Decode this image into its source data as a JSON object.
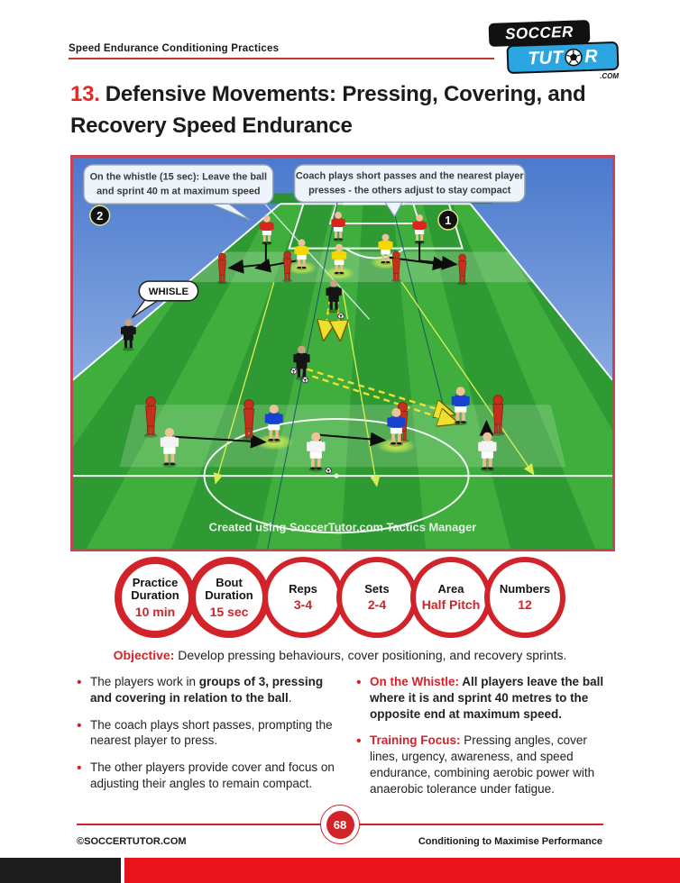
{
  "header": {
    "title": "Speed Endurance Conditioning Practices"
  },
  "logo": {
    "line1": "SOCCER",
    "line2_pre": "TUT",
    "line2_post": "R",
    "suffix": ".COM"
  },
  "title": {
    "number": "13.",
    "text": "Defensive Movements: Pressing, Covering, and Recovery Speed Endurance"
  },
  "diagram": {
    "callout_sprint": {
      "line1": "On the whistle (15 sec): Leave the ball",
      "line2": "and sprint 40 m at maximum speed",
      "step": "2"
    },
    "callout_press": {
      "line1": "Coach plays short passes and the nearest player",
      "line2": "presses - the others adjust to stay compact",
      "step": "1"
    },
    "whistle_label": "WHISLE",
    "watermark": "Created using SoccerTutor.com Tactics Manager"
  },
  "badges": [
    {
      "label": "Practice Duration",
      "value": "10 min"
    },
    {
      "label": "Bout Duration",
      "value": "15 sec"
    },
    {
      "label": "Reps",
      "value": "3-4"
    },
    {
      "label": "Sets",
      "value": "2-4"
    },
    {
      "label": "Area",
      "value": "Half Pitch"
    },
    {
      "label": "Numbers",
      "value": "12"
    }
  ],
  "objective": {
    "label": "Objective:",
    "text": " Develop pressing behaviours, cover positioning, and recovery sprints."
  },
  "bullets_left": [
    {
      "segments": [
        {
          "text": "The players work in ",
          "bold": false,
          "red": false
        },
        {
          "text": "groups of 3, pressing and covering in relation to the ball",
          "bold": true,
          "red": false
        },
        {
          "text": ".",
          "bold": false,
          "red": false
        }
      ]
    },
    {
      "segments": [
        {
          "text": "The coach plays short passes, prompting the nearest player to press.",
          "bold": false,
          "red": false
        }
      ]
    },
    {
      "segments": [
        {
          "text": "The other players provide cover and focus on adjusting their angles to remain compact.",
          "bold": false,
          "red": false
        }
      ]
    }
  ],
  "bullets_right": [
    {
      "segments": [
        {
          "text": "On the Whistle:",
          "bold": true,
          "red": true
        },
        {
          "text": " All players leave the ball where it is and sprint 40 metres to the opposite end at maximum speed.",
          "bold": true,
          "red": false
        }
      ]
    },
    {
      "segments": [
        {
          "text": "Training Focus:",
          "bold": true,
          "red": true
        },
        {
          "text": " Pressing angles, cover lines, urgency, awareness, and speed endurance, combining aerobic power with anaerobic tolerance under fatigue.",
          "bold": false,
          "red": false
        }
      ]
    }
  ],
  "footer": {
    "left": "©SOCCERTUTOR.COM",
    "page": "68",
    "right": "Conditioning to Maximise Performance"
  },
  "colors": {
    "accent": "#d2232a",
    "pitch_light": "#3fae3d",
    "pitch_dark": "#2f9a33",
    "sky_top": "#4b79cd",
    "sky_bottom": "#b6d0f0",
    "kit_red": "#d8251f",
    "kit_yellow": "#f5d800",
    "kit_blue": "#1742cf",
    "kit_white": "#f4f4f4",
    "mannequin": "#c4301c"
  }
}
